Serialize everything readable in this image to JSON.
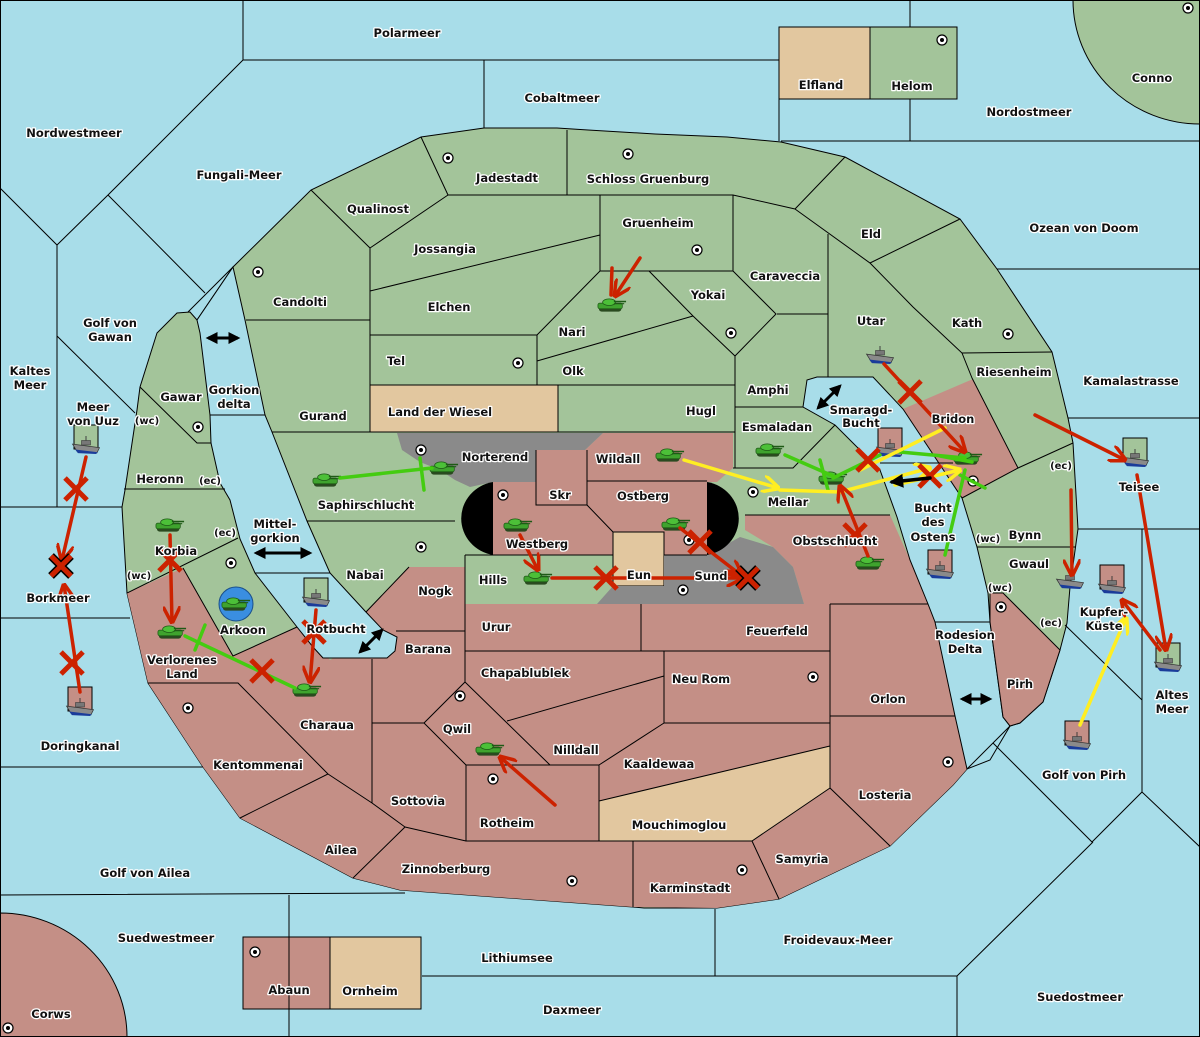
{
  "colors": {
    "sea": "#a8dde9",
    "neutral_land": "#a3c49a",
    "power_red": "#c48f86",
    "power_tan": "#e2c79f",
    "impassable_gray": "#8a8a8a",
    "move_order": "#cc2200",
    "support_order": "#44cc11",
    "convoy_order": "#ffee22"
  },
  "seas": {
    "polarmeer": "Polarmeer",
    "cobaltmeer": "Cobaltmeer",
    "nordwestmeer": "Nordwestmeer",
    "fungali_meer": "Fungali-Meer",
    "nordostmeer": "Nordostmeer",
    "ozean_von_doom": "Ozean von Doom",
    "kamalastrasse": "Kamalastrasse",
    "golf_von_gawan": [
      "Golf von",
      "Gawan"
    ],
    "kaltes_meer": [
      "Kaltes",
      "Meer"
    ],
    "meer_von_uuz": [
      "Meer",
      "von Uuz"
    ],
    "gorkion_delta": [
      "Gorkion",
      "delta"
    ],
    "mittelgorkion": [
      "Mittel-",
      "gorkion"
    ],
    "rotbucht": "Rotbucht",
    "smaragd_bucht": [
      "Smaragd-",
      "Bucht"
    ],
    "bucht_des_ostens": [
      "Bucht",
      "des",
      "Ostens"
    ],
    "borkmeer": "Borkmeer",
    "doringkanal": "Doringkanal",
    "teisee": "Teisee",
    "kupfer_kueste": [
      "Kupfer-",
      "Küste"
    ],
    "altes_meer": [
      "Altes",
      "Meer"
    ],
    "rodesion_delta": [
      "Rodesion",
      "Delta"
    ],
    "golf_von_pirh": "Golf von Pirh",
    "golf_von_ailea": "Golf von Ailea",
    "suedwestmeer": "Suedwestmeer",
    "lithiumsee": "Lithiumsee",
    "froidevaux_meer": "Froidevaux-Meer",
    "daxmeer": "Daxmeer",
    "suedostmeer": "Suedostmeer"
  },
  "land": {
    "elfland": "Elfland",
    "helom": "Helom",
    "conno": "Conno",
    "jadestadt": "Jadestadt",
    "schloss_gruenburg": "Schloss Gruenburg",
    "qualinost": "Qualinost",
    "gruenheim": "Gruenheim",
    "eld": "Eld",
    "jossangia": "Jossangia",
    "caraveccia": "Caraveccia",
    "candolti": "Candolti",
    "elchen": "Elchen",
    "yokai": "Yokai",
    "nari": "Nari",
    "utar": "Utar",
    "kath": "Kath",
    "tel": "Tel",
    "olk": "Olk",
    "riesenheim": "Riesenheim",
    "gawar": "Gawar",
    "amphi": "Amphi",
    "gurand": "Gurand",
    "land_der_wiesel": "Land der Wiesel",
    "hugl": "Hugl",
    "bridon": "Bridon",
    "esmaladan": "Esmaladan",
    "norterend": "Norterend",
    "wildall": "Wildall",
    "heronn": "Heronn",
    "ostberg": "Ostberg",
    "skr": "Skr",
    "saphirschlucht": "Saphirschlucht",
    "mellar": "Mellar",
    "bynn": "Bynn",
    "korbia": "Korbia",
    "westberg": "Westberg",
    "obstschlucht": "Obstschlucht",
    "nabai": "Nabai",
    "hills": "Hills",
    "eun": "Eun",
    "sund": "Sund",
    "gwaul": "Gwaul",
    "nogk": "Nogk",
    "arkoon": "Arkoon",
    "urur": "Urur",
    "feuerfeld": "Feuerfeld",
    "barana": "Barana",
    "verlorenes_land": [
      "Verlorenes",
      "Land"
    ],
    "chapablublek": "Chapablublek",
    "neu_rom": "Neu Rom",
    "pirh": "Pirh",
    "orlon": "Orlon",
    "charaua": "Charaua",
    "qwil": "Qwil",
    "nilldall": "Nilldall",
    "kaaldewaa": "Kaaldewaa",
    "kentommenai": "Kentommenai",
    "losteria": "Losteria",
    "sottovia": "Sottovia",
    "rotheim": "Rotheim",
    "mouchimoglou": "Mouchimoglou",
    "ailea": "Ailea",
    "samyria": "Samyria",
    "zinnoberburg": "Zinnoberburg",
    "karminstadt": "Karminstadt",
    "abaun": "Abaun",
    "ornheim": "Ornheim",
    "corws": "Corws"
  },
  "coasts": {
    "wc": "(wc)",
    "ec": "(ec)"
  },
  "units": [
    {
      "type": "army",
      "location": "Nari"
    },
    {
      "type": "army",
      "location": "Saphirschlucht"
    },
    {
      "type": "army",
      "location": "Norterend"
    },
    {
      "type": "army",
      "location": "Wildall"
    },
    {
      "type": "army",
      "location": "Esmaladan"
    },
    {
      "type": "army",
      "location": "Mellar"
    },
    {
      "type": "army",
      "location": "Bridon"
    },
    {
      "type": "army",
      "location": "Obstschlucht"
    },
    {
      "type": "army",
      "location": "Westberg"
    },
    {
      "type": "army",
      "location": "Ostberg"
    },
    {
      "type": "army",
      "location": "Hills"
    },
    {
      "type": "army",
      "location": "Korbia"
    },
    {
      "type": "army",
      "location": "Arkoon"
    },
    {
      "type": "army",
      "location": "Verlorenes Land"
    },
    {
      "type": "army",
      "location": "Charaua"
    },
    {
      "type": "army",
      "location": "Qwil"
    },
    {
      "type": "fleet",
      "location": "Utar"
    },
    {
      "type": "fleet",
      "location": "Smaragd-Bucht"
    },
    {
      "type": "fleet",
      "location": "Bucht des Ostens"
    },
    {
      "type": "fleet",
      "location": "Teisee"
    },
    {
      "type": "fleet",
      "location": "Gwaul"
    },
    {
      "type": "fleet",
      "location": "Kupfer-Küste"
    },
    {
      "type": "fleet",
      "location": "Altes Meer"
    },
    {
      "type": "fleet",
      "location": "Golf von Pirh"
    },
    {
      "type": "fleet",
      "location": "Rotbucht"
    },
    {
      "type": "fleet",
      "location": "Meer von Uuz"
    },
    {
      "type": "fleet",
      "location": "Doringkanal"
    }
  ],
  "icons": {
    "army": "tank-icon",
    "fleet": "ship-icon",
    "supply_center": "supply-center-icon",
    "failed_order": "x-mark-icon",
    "dislodged": "x-mark-icon",
    "connection": "double-arrow-icon"
  }
}
